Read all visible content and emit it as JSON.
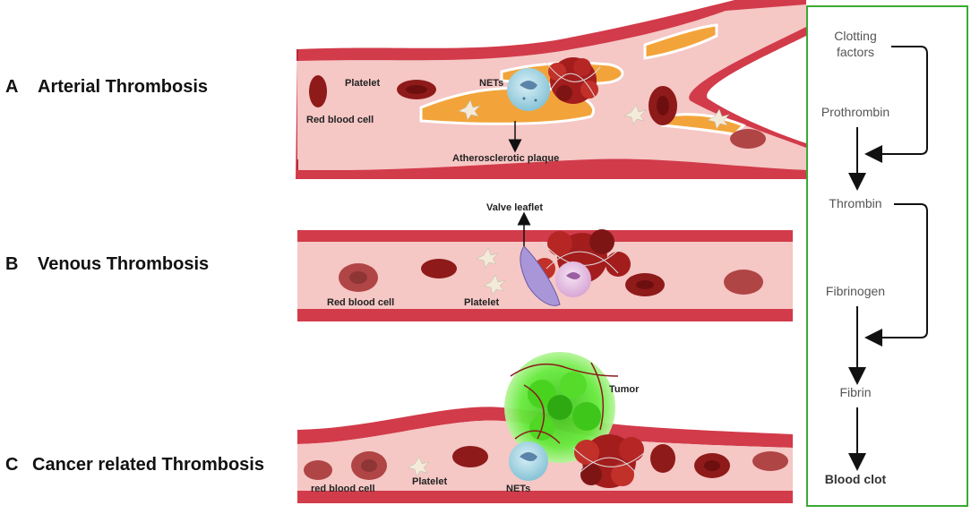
{
  "panels": {
    "a": {
      "letter": "A",
      "title": "Arterial Thrombosis",
      "labels": {
        "platelet": "Platelet",
        "nets": "NETs",
        "rbc": "Red blood cell",
        "plaque": "Atherosclerotic plaque"
      }
    },
    "b": {
      "letter": "B",
      "title": "Venous Thrombosis",
      "labels": {
        "valve": "Valve leaflet",
        "rbc": "Red blood cell",
        "platelet": "Platelet"
      }
    },
    "c": {
      "letter": "C",
      "title": "Cancer related Thrombosis",
      "labels": {
        "tumor": "Tumor",
        "rbc": "red blood cell",
        "platelet": "Platelet",
        "nets": "NETs"
      }
    }
  },
  "cascade": {
    "border_color": "#3aaa35",
    "steps": [
      "Clotting factors",
      "Prothrombin",
      "Thrombin",
      "Fibrinogen",
      "Fibrin"
    ],
    "final": "Blood clot"
  },
  "colors": {
    "vessel_wall": "#d23b4a",
    "vessel_lumen": "#f6cdca",
    "rbc": "#8e1a1a",
    "plaque": "#f2a43a",
    "tumor": "#5ee63a",
    "net_cell": "#a8d8e6",
    "valve": "#a996d8"
  }
}
